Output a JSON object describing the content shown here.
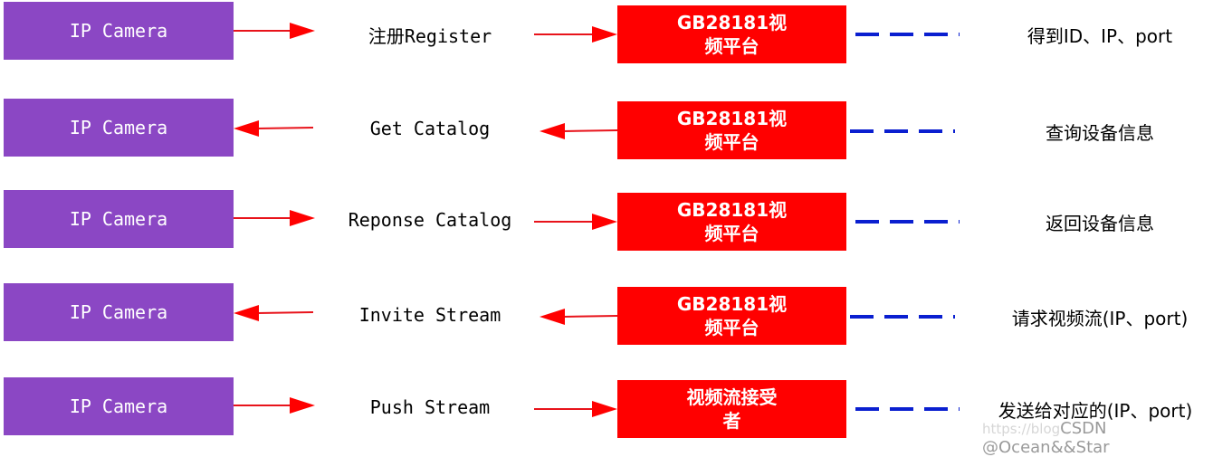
{
  "diagram": {
    "colors": {
      "camera_box": "#8b47c4",
      "platform_box": "#ff0000",
      "arrow": "#ff0000",
      "dash_line": "#0a1fd0",
      "text": "#000000",
      "box_text": "#ffffff"
    },
    "rows": [
      {
        "camera": "IP Camera",
        "message": "注册Register",
        "direction": "right",
        "platform_line1": "GB28181视",
        "platform_line2": "频平台",
        "note": "得到ID、IP、port"
      },
      {
        "camera": "IP Camera",
        "message": "Get Catalog",
        "direction": "left",
        "platform_line1": "GB28181视",
        "platform_line2": "频平台",
        "note": "查询设备信息"
      },
      {
        "camera": "IP Camera",
        "message": "Reponse Catalog",
        "direction": "right",
        "platform_line1": "GB28181视",
        "platform_line2": "频平台",
        "note": "返回设备信息"
      },
      {
        "camera": "IP Camera",
        "message": "Invite Stream",
        "direction": "left",
        "platform_line1": "GB28181视",
        "platform_line2": "频平台",
        "note": "请求视频流(IP、port)"
      },
      {
        "camera": "IP Camera",
        "message": "Push Stream",
        "direction": "right",
        "platform_line1": "视频流接受",
        "platform_line2": "者",
        "note": "发送给对应的(IP、port)"
      }
    ]
  },
  "watermark": {
    "faint_prefix": "https://blog",
    "text": "CSDN @Ocean&&Star"
  }
}
